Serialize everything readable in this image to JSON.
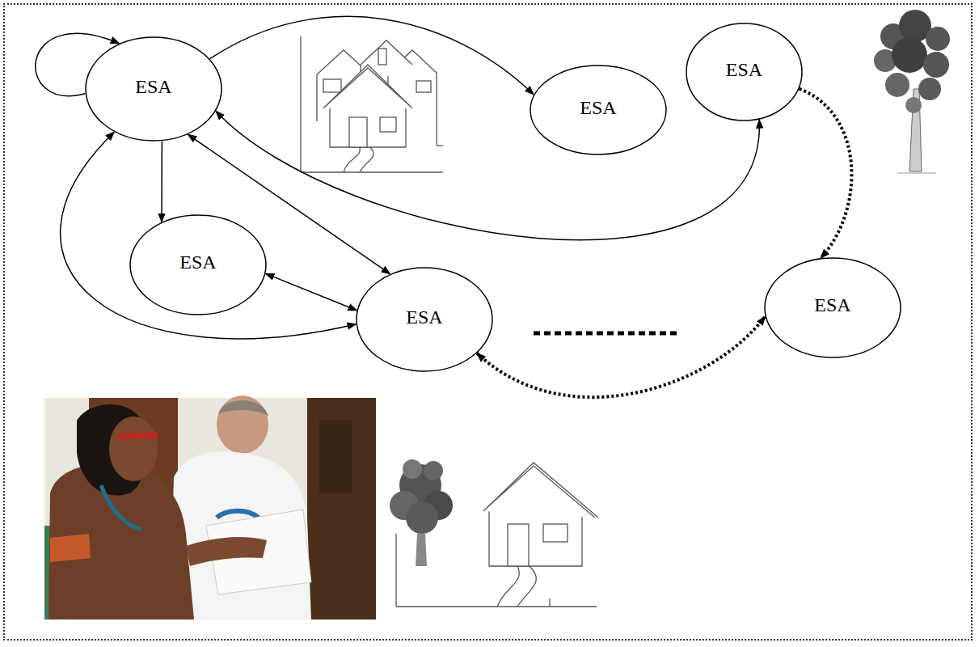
{
  "diagram": {
    "nodes": [
      {
        "text": [
          "ESA"
        ]
      },
      {
        "text": [
          "ESA"
        ]
      },
      {
        "text": [
          "ESA"
        ]
      },
      {
        "text": [
          "ESA"
        ]
      },
      {
        "text": [
          "ESA"
        ]
      },
      {
        "text": [
          "ESA"
        ]
      }
    ],
    "edges": [
      {
        "from": 0,
        "to": 0,
        "arrow": "to"
      },
      {
        "from": 0,
        "to": 1,
        "arrow": "to"
      },
      {
        "from": 0,
        "to": 3,
        "arrow": "to"
      },
      {
        "from": 0,
        "to": 4,
        "arrow": "both"
      },
      {
        "from": 0,
        "to": 2,
        "arrow": "both"
      },
      {
        "from": 3,
        "to": 4,
        "arrow": "both"
      },
      {
        "from": 0,
        "to": 4,
        "arrow": "both"
      },
      {
        "from": 2,
        "to": 5,
        "arrow": "to"
      },
      {
        "from": 4,
        "to": 5,
        "arrow": "both"
      }
    ]
  }
}
